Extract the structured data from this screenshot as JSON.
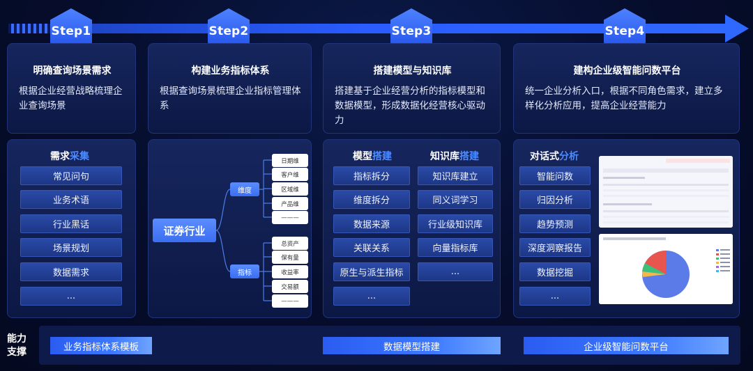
{
  "steps": [
    {
      "label": "Step1",
      "title": "明确查询场景需求",
      "desc": "根据企业经营战略梳理企业查询场景"
    },
    {
      "label": "Step2",
      "title": "构建业务指标体系",
      "desc": "根据查询场景梳理企业指标管理体系"
    },
    {
      "label": "Step3",
      "title": "搭建模型与知识库",
      "desc": "搭建基于企业经营分析的指标模型和数据模型，形成数据化经营核心驱动力"
    },
    {
      "label": "Step4",
      "title": "建构企业级智能问数平台",
      "desc": "统一企业分析入口，根据不同角色需求，建立多样化分析应用，提高企业经营能力"
    }
  ],
  "col1": {
    "title_a": "需求",
    "title_b": "采集",
    "items": [
      "常见问句",
      "业务术语",
      "行业黑话",
      "场景规划",
      "数据需求",
      "..."
    ]
  },
  "col2": {
    "root": "证券行业",
    "branches": [
      {
        "label": "维度",
        "leaves": [
          "日期维",
          "客户维",
          "区域维",
          "产品维",
          "———"
        ]
      },
      {
        "label": "指标",
        "leaves": [
          "总资产",
          "保有量",
          "收益率",
          "交易额",
          "———"
        ]
      }
    ]
  },
  "col3a": {
    "title_a": "模型",
    "title_b": "搭建",
    "items": [
      "指标拆分",
      "维度拆分",
      "数据来源",
      "关联关系",
      "原生与派生指标",
      "..."
    ]
  },
  "col3b": {
    "title_a": "知识库",
    "title_b": "搭建",
    "items": [
      "知识库建立",
      "同义词学习",
      "行业级知识库",
      "向量指标库",
      "..."
    ]
  },
  "col4": {
    "title_a": "对话式",
    "title_b": "分析",
    "items": [
      "智能问数",
      "归因分析",
      "趋势预测",
      "深度洞察报告",
      "数据挖掘",
      "..."
    ]
  },
  "support": {
    "label": "能力支撑",
    "bars": [
      "业务指标体系模板",
      "数据模型搭建",
      "企业级智能问数平台"
    ]
  },
  "colors": {
    "accent": "#2f68ff",
    "highlight": "#4d8bff",
    "pie_main": "#5b7be8",
    "pie_red": "#e8554e",
    "pie_green": "#3cc07a"
  }
}
